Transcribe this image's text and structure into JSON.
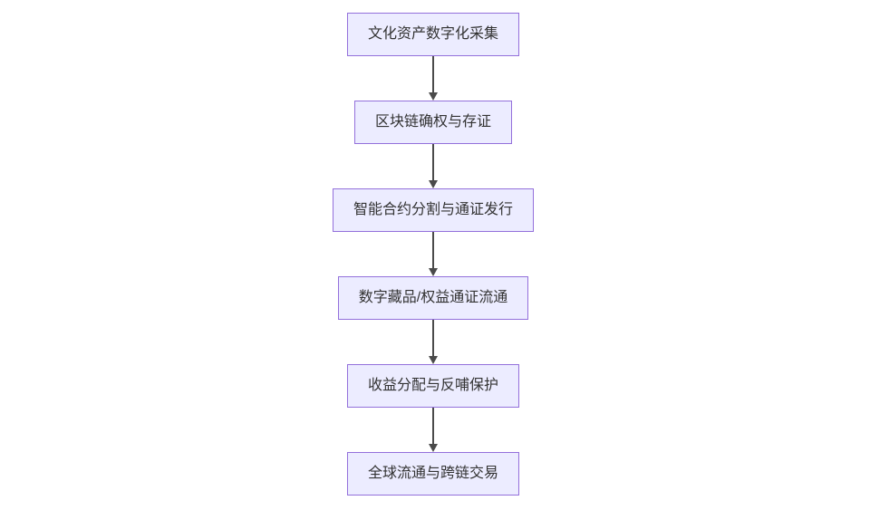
{
  "diagram": {
    "type": "flowchart",
    "direction": "top-down",
    "colors": {
      "background": "#ffffff",
      "node_fill": "#ECECFF",
      "node_border": "#9370DB",
      "node_text": "#333333",
      "arrow": "#4a4a4a"
    },
    "steps": [
      {
        "label": "文化资产数字化采集"
      },
      {
        "label": "区块链确权与存证"
      },
      {
        "label": "智能合约分割与通证发行"
      },
      {
        "label": "数字藏品/权益通证流通"
      },
      {
        "label": "收益分配与反哺保护"
      },
      {
        "label": "全球流通与跨链交易"
      }
    ],
    "connections": [
      {
        "from": 0,
        "to": 1
      },
      {
        "from": 1,
        "to": 2
      },
      {
        "from": 2,
        "to": 3
      },
      {
        "from": 3,
        "to": 4
      },
      {
        "from": 4,
        "to": 5
      }
    ]
  }
}
